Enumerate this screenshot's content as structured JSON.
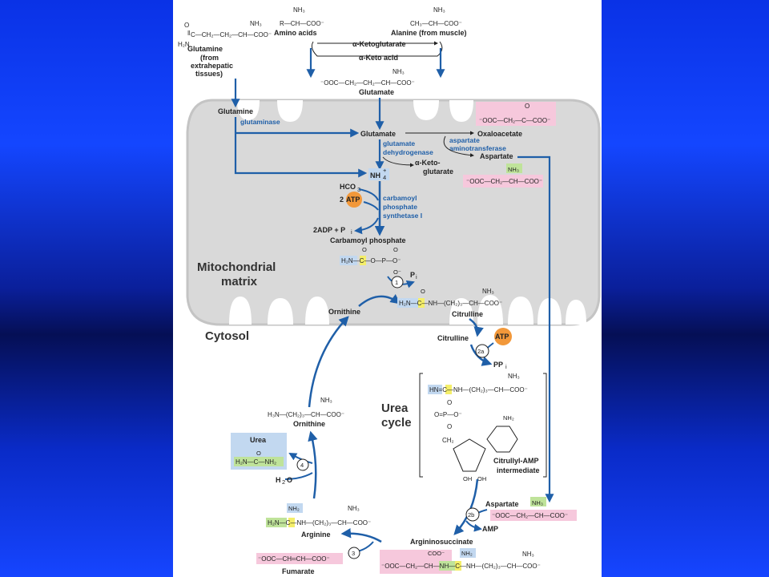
{
  "labels": {
    "glutamine_top": "Glutamine",
    "glutamine_source": [
      "(from",
      "extrahepatic",
      "tissues)"
    ],
    "amino_acids": "Amino acids",
    "alanine": "Alanine (from muscle)",
    "a_ketoglutarate": "α-Ketoglutarate",
    "a_keto_acid": "α-Keto acid",
    "glutamate_top": "Glutamate",
    "glutamine_mito": "Glutamine",
    "glutaminase": "glutaminase",
    "glutamate_mito": "Glutamate",
    "glutamate_dehydrogenase": [
      "glutamate",
      "dehydrogenase"
    ],
    "oxaloacetate": "Oxaloacetate",
    "aspartate_aminotransferase": [
      "aspartate",
      "aminotransferase"
    ],
    "aspartate_mito": "Aspartate",
    "a_keto_glutarate_split": [
      "α-Keto-",
      "glutarate"
    ],
    "nh4": "NH",
    "hco3": "HCO",
    "atp2": "2",
    "atp": "ATP",
    "cps": [
      "carbamoyl",
      "phosphate",
      "synthetase I"
    ],
    "adp_pi": "2ADP + P",
    "carbamoyl_phosphate": "Carbamoyl phosphate",
    "mito_matrix": [
      "Mitochondrial",
      "matrix"
    ],
    "pi": "P",
    "step1": "1",
    "ornithine_mito": "Ornithine",
    "citrulline_mito": "Citrulline",
    "cytosol": "Cytosol",
    "citrulline_cyt": "Citrulline",
    "step2a": "2a",
    "ppi": "PP",
    "urea_cycle": [
      "Urea",
      "cycle"
    ],
    "citrullyl_amp": [
      "Citrullyl-AMP",
      "intermediate"
    ],
    "ornithine_cyt": "Ornithine",
    "urea": "Urea",
    "step4": "4",
    "h2o": "H",
    "aspartate_cyt": "Aspartate",
    "step2b": "2b",
    "amp": "AMP",
    "arginine": "Arginine",
    "argininosuccinate": "Argininosuccinate",
    "step3": "3",
    "fumarate": "Fumarate"
  },
  "colors": {
    "arrow": "#1f5fa8",
    "mito": "#d9d9d9",
    "pink": "#f6c8dc",
    "green": "#bfe39a",
    "blue_box": "#c2d8f0",
    "atp_orange": "#f2983a",
    "yellow": "#f4ee6a"
  }
}
